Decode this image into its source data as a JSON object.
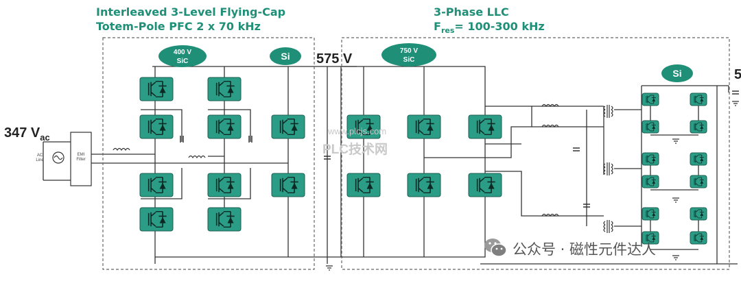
{
  "pfc": {
    "title_line1": "Interleaved 3-Level Flying-Cap",
    "title_line2": "Totem-Pole PFC 2 x 70 kHz",
    "badge_sic": {
      "line1": "400 V",
      "line2": "SiC"
    },
    "badge_si": "Si"
  },
  "llc": {
    "title_line1": "3-Phase LLC",
    "title_line2_prefix": "F",
    "title_line2_sub": "res",
    "title_line2_suffix": "= 100-300 kHz",
    "badge_sic": {
      "line1": "750 V",
      "line2": "SiC"
    },
    "badge_si": "Si"
  },
  "bus_voltage": "575 V",
  "input": {
    "voltage_main": "347 V",
    "voltage_sub": "ac",
    "source_label_line1": "AC",
    "source_label_line2": "Line",
    "emi_label_line1": "EMI",
    "emi_label_line2": "Filter"
  },
  "output_cut_label": "5",
  "watermark": {
    "line1": "www.plcjs.com",
    "line2": "PLC技术网"
  },
  "wechat_label": "公众号 · 磁性元件达人",
  "colors": {
    "accent": "#1f8f78",
    "module": "#2b9c86",
    "wire": "#333333",
    "frame": "#666666"
  }
}
